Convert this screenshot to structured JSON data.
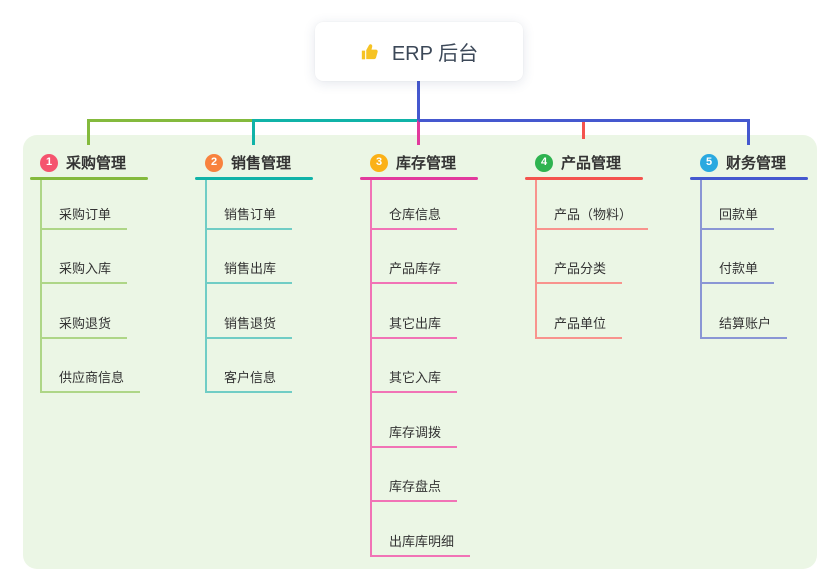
{
  "root": {
    "label": "ERP 后台",
    "icon": "thumbs-up-icon"
  },
  "palette": {
    "canvas_bg": "#ffffff",
    "panel_bg": "#ebf6e5",
    "root_text": "#3c4858",
    "node_text": "#333333",
    "connector_blue": "#4558cf",
    "thumb_yellow": "#f6c324"
  },
  "branches": [
    {
      "number": "1",
      "label": "采购管理",
      "badge_color": "#f5546e",
      "line_color": "#84ba3d",
      "child_line_color": "#aed687",
      "children": [
        "采购订单",
        "采购入库",
        "采购退货",
        "供应商信息"
      ]
    },
    {
      "number": "2",
      "label": "销售管理",
      "badge_color": "#f8823e",
      "line_color": "#10b3a8",
      "child_line_color": "#70cdc5",
      "children": [
        "销售订单",
        "销售出库",
        "销售退货",
        "客户信息"
      ]
    },
    {
      "number": "3",
      "label": "库存管理",
      "badge_color": "#fbb117",
      "line_color": "#e23a9d",
      "child_line_color": "#f173b6",
      "children": [
        "仓库信息",
        "产品库存",
        "其它出库",
        "其它入库",
        "库存调拨",
        "库存盘点",
        "出库库明细"
      ]
    },
    {
      "number": "4",
      "label": "产品管理",
      "badge_color": "#2eb350",
      "line_color": "#f4534e",
      "child_line_color": "#f8938d",
      "children": [
        "产品（物料）",
        "产品分类",
        "产品单位"
      ]
    },
    {
      "number": "5",
      "label": "财务管理",
      "badge_color": "#29a9e0",
      "line_color": "#4558cf",
      "child_line_color": "#8a96d5",
      "children": [
        "回款单",
        "付款单",
        "结算账户"
      ]
    }
  ]
}
